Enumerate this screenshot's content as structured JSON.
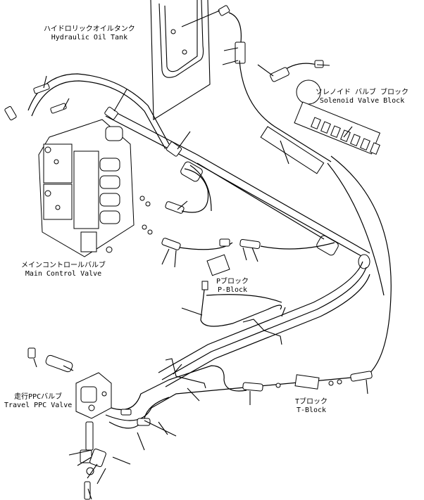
{
  "labels": {
    "hydraulic_oil_tank": {
      "jp": "ハイドロリックオイルタンク",
      "en": "Hydraulic Oil Tank"
    },
    "solenoid_valve_block": {
      "jp": "ソレノイド バルブ ブロック",
      "en": "Solenoid Valve Block"
    },
    "main_control_valve": {
      "jp": "メインコントロールバルブ",
      "en": "Main Control Valve"
    },
    "p_block": {
      "jp": "Pブロック",
      "en": "P-Block"
    },
    "travel_ppc_valve": {
      "jp": "走行PPCバルブ",
      "en": "Travel PPC Valve"
    },
    "t_block": {
      "jp": "Tブロック",
      "en": "T-Block"
    }
  }
}
